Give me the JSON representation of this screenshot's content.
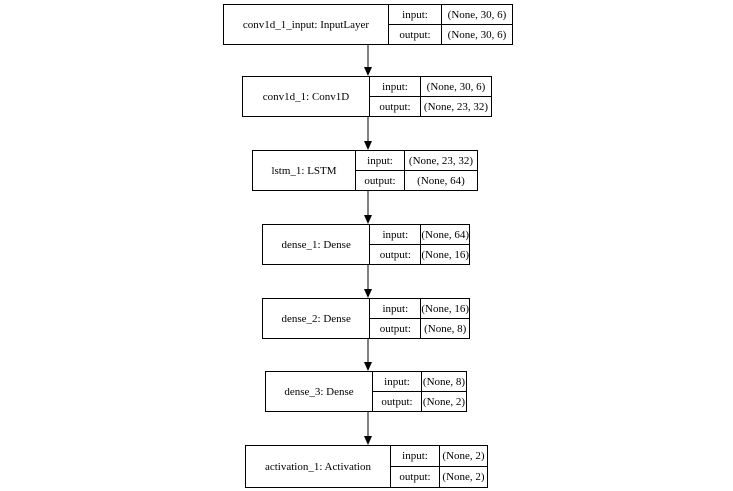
{
  "nodes": [
    {
      "name": "conv1d_1_input: InputLayer",
      "input_label": "input:",
      "input_value": "(None, 30, 6)",
      "output_label": "output:",
      "output_value": "(None, 30, 6)"
    },
    {
      "name": "conv1d_1: Conv1D",
      "input_label": "input:",
      "input_value": "(None, 30, 6)",
      "output_label": "output:",
      "output_value": "(None, 23, 32)"
    },
    {
      "name": "lstm_1: LSTM",
      "input_label": "input:",
      "input_value": "(None, 23, 32)",
      "output_label": "output:",
      "output_value": "(None, 64)"
    },
    {
      "name": "dense_1: Dense",
      "input_label": "input:",
      "input_value": "(None, 64)",
      "output_label": "output:",
      "output_value": "(None, 16)"
    },
    {
      "name": "dense_2: Dense",
      "input_label": "input:",
      "input_value": "(None, 16)",
      "output_label": "output:",
      "output_value": "(None, 8)"
    },
    {
      "name": "dense_3: Dense",
      "input_label": "input:",
      "input_value": "(None, 8)",
      "output_label": "output:",
      "output_value": "(None, 2)"
    },
    {
      "name": "activation_1: Activation",
      "input_label": "input:",
      "input_value": "(None, 2)",
      "output_label": "output:",
      "output_value": "(None, 2)"
    }
  ]
}
